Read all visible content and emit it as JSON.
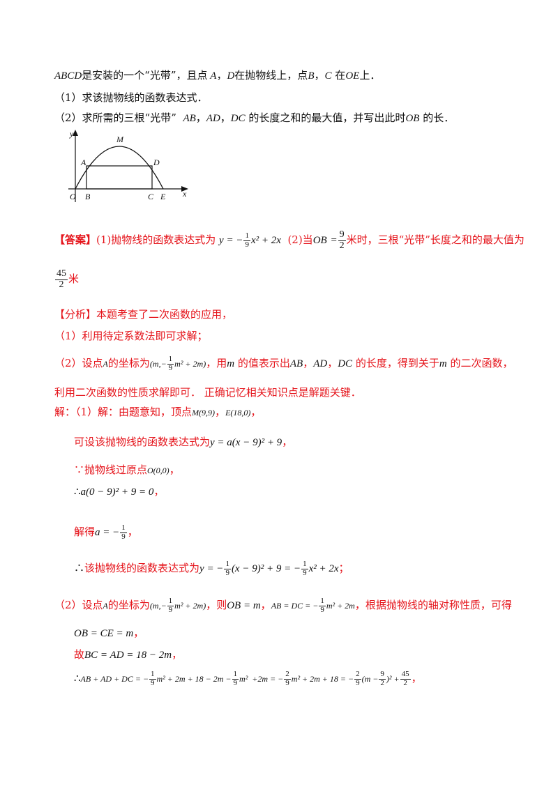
{
  "problem": {
    "intro_rest": "是安装的一个“光带”，且点",
    "intro_in_parabola": "在抛物线上，点",
    "intro_on_oe": "在",
    "intro_end": "上．",
    "q1": "（1）求该抛物线的函数表达式．",
    "q2_a": "（2）求所需的三根“光带”",
    "q2_b": "的长度之和的最大值，并写出此时",
    "q2_c": "的长．"
  },
  "answer": {
    "tag": "【答案】",
    "part1": "(1)抛物线的函数表达式为",
    "part2": "(2)当",
    "part2b": "米时，三根“光带”长度之和的最大值为",
    "max_num": "45",
    "max_den": "2",
    "unit": "米"
  },
  "analysis": {
    "tag": "【分析】",
    "intro": "本题考查了二次函数的应用，",
    "s1": "（1）利用待定系数法即可求解；",
    "s2a": "（2）设点",
    "s2b": "的坐标为",
    "s2c": "，用",
    "s2d": "的值表示出",
    "s2e": "的长度，得到关于",
    "s2f": "的二次函数，",
    "s3": "利用二次函数的性质求解即可．  正确记忆相关知识点是解题关键．"
  },
  "solution": {
    "label": "解：",
    "p1a": "（1）解：由题意知，顶点",
    "p1b": "可设该抛物线的函数表达式为",
    "p1c": "∵抛物线过原点",
    "p1d": "∴",
    "p1e": "解得",
    "p1f": "∴",
    "p1g": "该抛物线的函数表达式为",
    "p2a": "（2）设点",
    "p2b": "的坐标为",
    "p2c": "，则",
    "p2d": "，根据抛物线的轴对称性质，可得",
    "p2e": "故",
    "p2f": "∴"
  },
  "diagram_labels": {
    "y": "y",
    "x": "x",
    "O": "O",
    "A": "A",
    "B": "B",
    "C": "C",
    "D": "D",
    "E": "E",
    "M": "M"
  }
}
